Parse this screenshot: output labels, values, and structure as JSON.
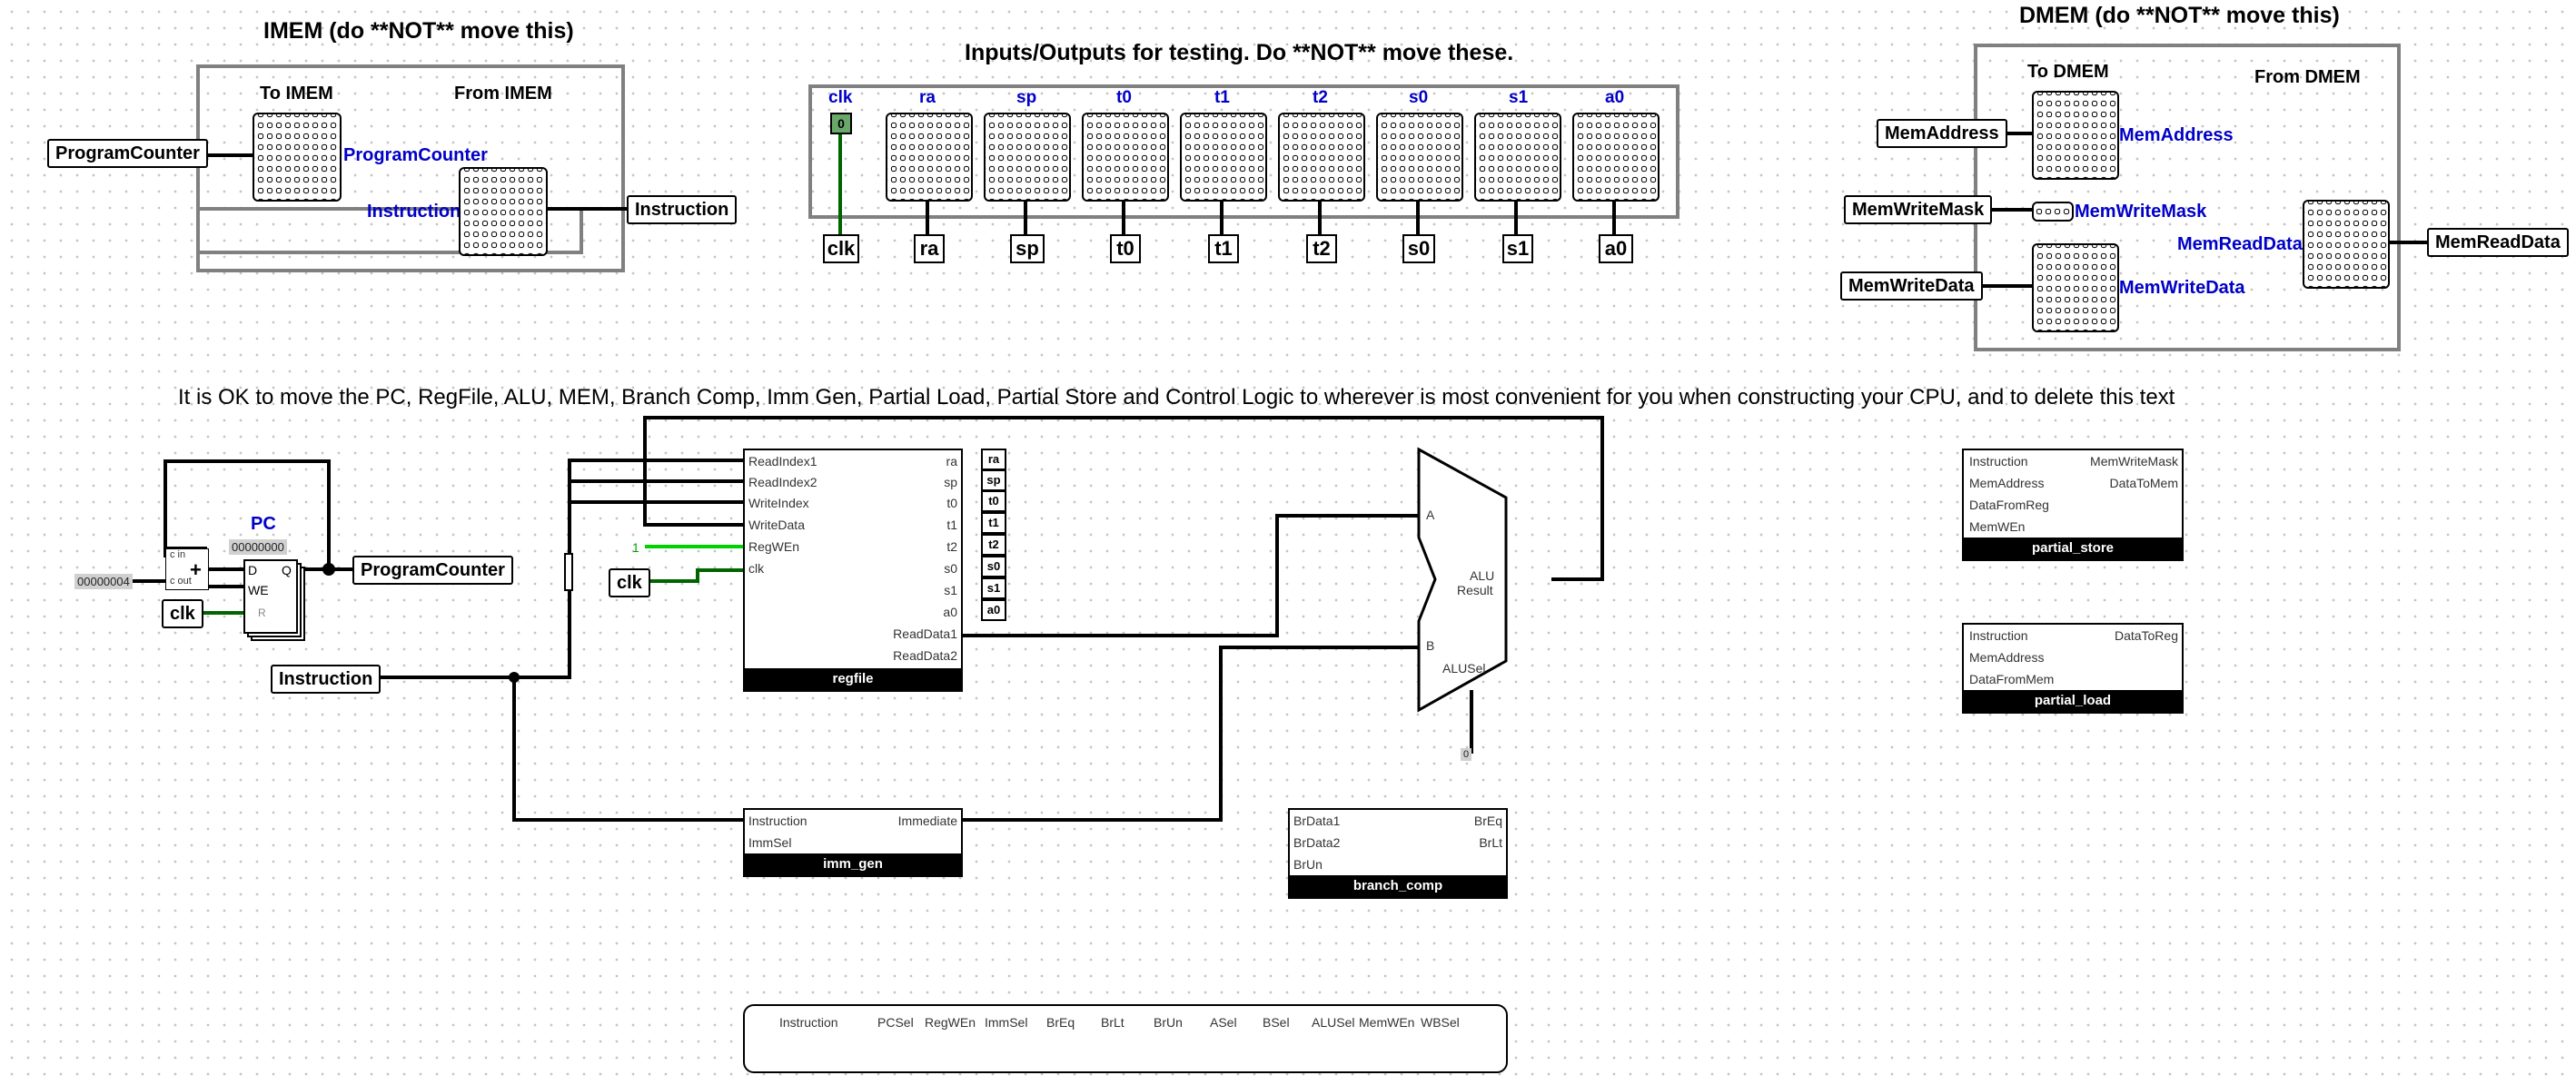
{
  "headers": {
    "imem": "IMEM (do **NOT** move this)",
    "io": "Inputs/Outputs for testing. Do **NOT** move these.",
    "dmem": "DMEM (do **NOT** move this)",
    "note": "It is OK to move the PC, RegFile, ALU, MEM, Branch Comp, Imm Gen, Partial Load, Partial Store and Control Logic to wherever is most convenient for you when constructing your CPU, and to delete this text"
  },
  "imem": {
    "to_label": "To IMEM",
    "from_label": "From IMEM",
    "pin_pc": "ProgramCounter",
    "tunnel_pc": "ProgramCounter",
    "tunnel_instruction": "Instruction",
    "pin_instruction": "Instruction"
  },
  "io": {
    "clk_label": "clk",
    "clk_value": "0",
    "registers": [
      "ra",
      "sp",
      "t0",
      "t1",
      "t2",
      "s0",
      "s1",
      "a0"
    ],
    "pins": [
      "clk",
      "ra",
      "sp",
      "t0",
      "t1",
      "t2",
      "s0",
      "s1",
      "a0"
    ]
  },
  "dmem": {
    "to_label": "To DMEM",
    "from_label": "From DMEM",
    "pin_addr": "MemAddress",
    "tun_addr": "MemAddress",
    "pin_mask": "MemWriteMask",
    "tun_mask": "MemWriteMask",
    "pin_wdata": "MemWriteData",
    "tun_wdata": "MemWriteData",
    "tun_rdata": "MemReadData",
    "pin_rdata": "MemReadData"
  },
  "pc": {
    "title": "PC",
    "value": "00000000",
    "const": "00000004",
    "adder_cin": "c in",
    "adder_cout": "c out",
    "plus": "+",
    "d": "D",
    "q": "Q",
    "we": "WE",
    "r": "R",
    "tunnel_pc": "ProgramCounter",
    "clk": "clk",
    "instruction": "Instruction"
  },
  "regfile": {
    "name": "regfile",
    "inputs": [
      "ReadIndex1",
      "ReadIndex2",
      "WriteIndex",
      "WriteData",
      "RegWEn",
      "clk"
    ],
    "outputs": [
      "ra",
      "sp",
      "t0",
      "t1",
      "t2",
      "s0",
      "s1",
      "a0"
    ],
    "read1": "ReadData1",
    "read2": "ReadData2",
    "clk_tunnel": "clk",
    "const_one": "1"
  },
  "alu": {
    "a": "A",
    "b": "B",
    "result1": "ALU",
    "result2": "Result",
    "sel": "ALUSel",
    "zero": "0"
  },
  "imm_gen": {
    "name": "imm_gen",
    "in1": "Instruction",
    "in2": "ImmSel",
    "out": "Immediate"
  },
  "branch_comp": {
    "name": "branch_comp",
    "in1": "BrData1",
    "in2": "BrData2",
    "in3": "BrUn",
    "out1": "BrEq",
    "out2": "BrLt"
  },
  "partial_store": {
    "name": "partial_store",
    "in": [
      "Instruction",
      "MemAddress",
      "DataFromReg",
      "MemWEn"
    ],
    "out1": "MemWriteMask",
    "out2": "DataToMem"
  },
  "partial_load": {
    "name": "partial_load",
    "in": [
      "Instruction",
      "MemAddress",
      "DataFromMem"
    ],
    "out": "DataToReg"
  },
  "control": {
    "signals": [
      "Instruction",
      "PCSel",
      "RegWEn",
      "ImmSel",
      "BrEq",
      "BrLt",
      "BrUn",
      "ASel",
      "BSel",
      "ALUSel",
      "MemWEn",
      "WBSel"
    ]
  },
  "colors": {
    "wire": "#000000",
    "clock_wire": "#006400",
    "one_wire": "#00d200",
    "label_blue": "#0000c8",
    "box_gray": "#808080"
  }
}
